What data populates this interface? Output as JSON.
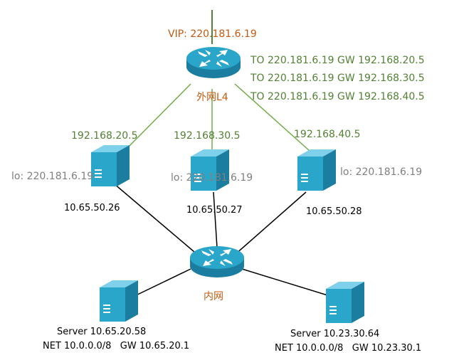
{
  "vip_label": "VIP: 220.181.6.19",
  "l4_router": {
    "label": "外网L4"
  },
  "routes": [
    "TO 220.181.6.19 GW 192.168.20.5",
    "TO 220.181.6.19 GW 192.168.30.5",
    "TO 220.181.6.19 GW 192.168.40.5"
  ],
  "lvs_servers": [
    {
      "gw_ip": "192.168.20.5",
      "lo": "lo: 220.181.6.19",
      "inner_ip": "10.65.50.26"
    },
    {
      "gw_ip": "192.168.30.5",
      "lo": "lo: 220.181.6.19",
      "inner_ip": "10.65.50.27"
    },
    {
      "gw_ip": "192.168.40.5",
      "lo": "lo: 220.181.6.19",
      "inner_ip": "10.65.50.28"
    }
  ],
  "inner_router": {
    "label": "内网"
  },
  "backend_servers": [
    {
      "name": "Server 10.65.20.58",
      "net": "NET 10.0.0.0/8   GW 10.65.20.1"
    },
    {
      "name": "Server 10.23.30.64",
      "net": "NET 10.0.0.0/8   GW 10.23.30.1"
    }
  ],
  "colors": {
    "device": "#2aa6cb",
    "device_dark": "#1b7ea0",
    "green": "#538135",
    "orange": "#c55a11",
    "gray": "#808080"
  }
}
